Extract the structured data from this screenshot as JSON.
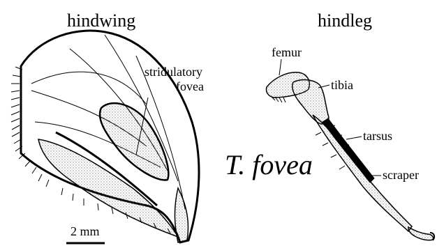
{
  "hindwing": {
    "title": "hindwing",
    "label_fovea_line1": "stridulatory",
    "label_fovea_line2": "fovea",
    "scale_bar": "2 mm"
  },
  "hindleg": {
    "title": "hindleg",
    "parts": {
      "femur": "femur",
      "tibia": "tibia",
      "tarsus": "tarsus",
      "scraper": "scraper"
    }
  },
  "species_name": "T. fovea",
  "colors": {
    "ink": "#000000",
    "background": "#ffffff",
    "stipple": "#555555"
  }
}
